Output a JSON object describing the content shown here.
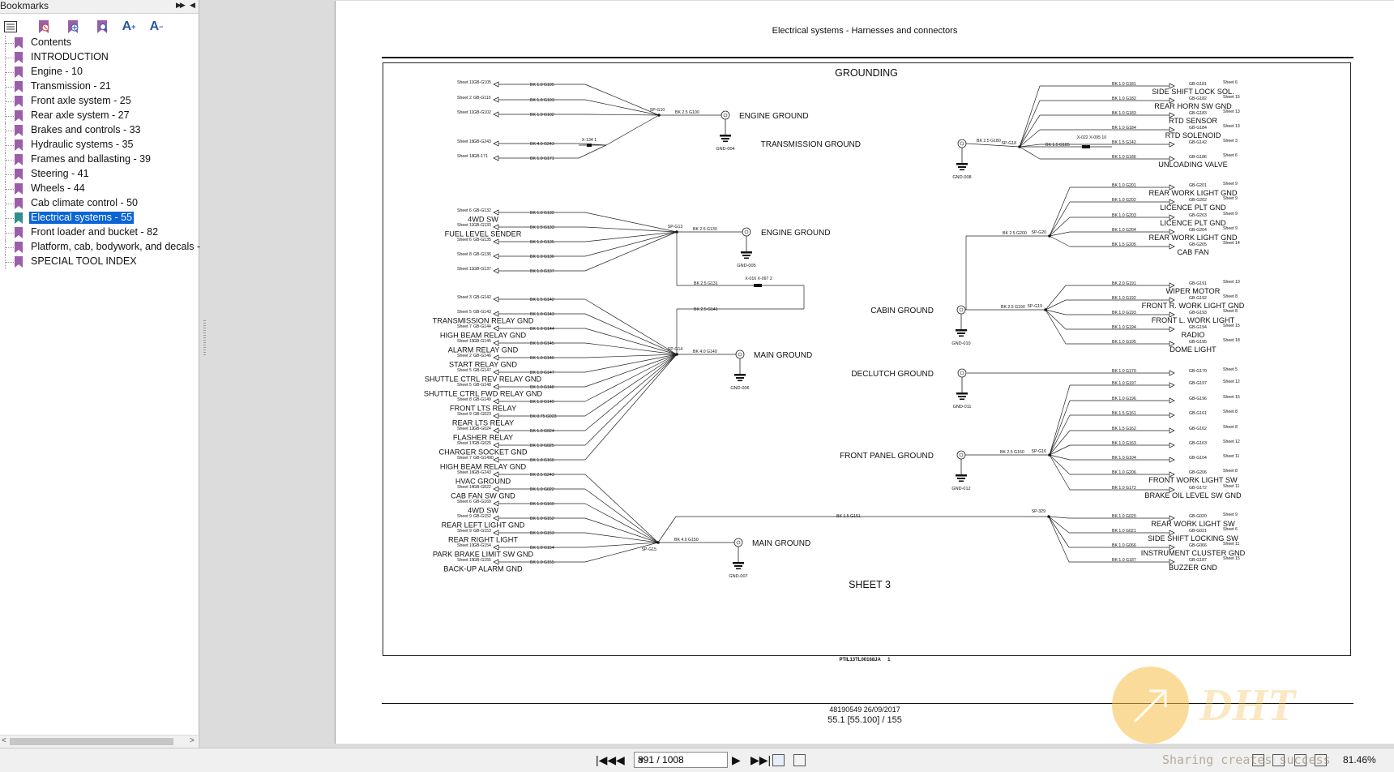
{
  "sidebar": {
    "title": "Bookmarks",
    "tools": [
      "options-icon",
      "delete-bookmark-icon",
      "new-bookmark-icon",
      "find-bookmark-icon",
      "expand-text-icon",
      "reduce-text-icon"
    ],
    "items": [
      {
        "label": "Contents"
      },
      {
        "label": "INTRODUCTION"
      },
      {
        "label": "Engine - 10"
      },
      {
        "label": "Transmission - 21"
      },
      {
        "label": "Front axle system - 25"
      },
      {
        "label": "Rear axle system - 27"
      },
      {
        "label": "Brakes and controls - 33"
      },
      {
        "label": "Hydraulic systems - 35"
      },
      {
        "label": "Frames and ballasting - 39"
      },
      {
        "label": "Steering - 41"
      },
      {
        "label": "Wheels - 44"
      },
      {
        "label": "Cab climate control - 50"
      },
      {
        "label": "Electrical systems - 55",
        "selected": true
      },
      {
        "label": "Front loader and bucket - 82"
      },
      {
        "label": "Platform, cab, bodywork, and decals -"
      },
      {
        "label": "SPECIAL TOOL INDEX"
      }
    ],
    "selected_color": "#0a64d6",
    "flag_color": "#9b5fa8",
    "flag_selected_color": "#2f8f8f"
  },
  "document": {
    "header": "Electrical systems - Harnesses and connectors",
    "diagram_title": "GROUNDING",
    "sheet_label": "SHEET 3",
    "ref_code": "PTIL13TL00168JA",
    "ref_num": "1",
    "doc_number": "48190549 26/09/2017",
    "page_ref": "55.1 [55.100] / 155",
    "left_groups": [
      {
        "splice": "SP-G10",
        "wire": "BK 2.5 G100",
        "ground": "ENGINE GROUND",
        "gnd": "GND-004",
        "rows": [
          {
            "sheet": "Sheet 11",
            "conn": "GB-G105",
            "wire": "BK 1.0 G105",
            "desc": ""
          },
          {
            "sheet": "Sheet 2",
            "conn": "GB-G110",
            "wire": "BK 1.0 G103",
            "desc": ""
          },
          {
            "sheet": "Sheet 11",
            "conn": "GB-G102",
            "wire": "BK 1.0 G102",
            "desc": ""
          },
          {
            "sheet": "Sheet 16",
            "conn": "GB-G243",
            "wire": "BK 4.0 G243",
            "desc": ""
          },
          {
            "sheet": "Sheet 16",
            "conn": "GB-171",
            "wire": "BK 1.0 G171",
            "desc": ""
          }
        ]
      },
      {
        "splice": "SP-G13",
        "wire": "BK 2.5 G130",
        "ground": "ENGINE GROUND",
        "gnd": "GND-005",
        "rows": [
          {
            "sheet": "Sheet 6",
            "conn": "GB-G132",
            "wire": "BK 1.0 G132",
            "desc": "4WD SW"
          },
          {
            "sheet": "Sheet 11",
            "conn": "GB-G133",
            "wire": "BK 1.5 G133",
            "desc": "FUEL LEVEL SENDER"
          },
          {
            "sheet": "Sheet 6",
            "conn": "GB-G135",
            "wire": "BK 1.0 G135",
            "desc": ""
          },
          {
            "sheet": "Sheet 8",
            "conn": "GB-G136",
            "wire": "BK 1.0 G136",
            "desc": ""
          },
          {
            "sheet": "Sheet 11",
            "conn": "GB-G137",
            "wire": "BK 1.0 G137",
            "desc": ""
          }
        ]
      },
      {
        "splice": "SP-G14",
        "wire": "BK 4.0 G140",
        "ground": "MAIN GROUND",
        "gnd": "GND-006",
        "rows": [
          {
            "sheet": "Sheet 3",
            "conn": "GB-G142",
            "wire": "BK 1.5 G142",
            "desc": ""
          },
          {
            "sheet": "Sheet 5",
            "conn": "GB-G143",
            "wire": "BK 1.0 G143",
            "desc": "TRANSMISSION RELAY GND"
          },
          {
            "sheet": "Sheet 7",
            "conn": "GB-G144",
            "wire": "BK 1.0 G144",
            "desc": "HIGH BEAM RELAY GND"
          },
          {
            "sheet": "Sheet 15",
            "conn": "GB-G145",
            "wire": "BK 1.0 G145",
            "desc": "ALARM RELAY GND"
          },
          {
            "sheet": "Sheet 2",
            "conn": "GB-G146",
            "wire": "BK 1.0 G146",
            "desc": "START RELAY GND"
          },
          {
            "sheet": "Sheet 5",
            "conn": "GB-G147",
            "wire": "BK 1.0 G147",
            "desc": "SHUTTLE CTRL REV RELAY GND"
          },
          {
            "sheet": "Sheet 5",
            "conn": "GB-G148",
            "wire": "BK 1.0 G148",
            "desc": "SHUTTLE CTRL FWD RELAY GND"
          },
          {
            "sheet": "Sheet 8",
            "conn": "GB-G149",
            "wire": "BK 1.0 G149",
            "desc": "FRONT LTS RELAY"
          },
          {
            "sheet": "Sheet 9",
            "conn": "GB-G023",
            "wire": "BK 0.75 G023",
            "desc": "REAR LTS RELAY"
          },
          {
            "sheet": "Sheet 12",
            "conn": "GB-G024",
            "wire": "BK 1.0 G024",
            "desc": "FLASHER RELAY"
          },
          {
            "sheet": "Sheet 17",
            "conn": "GB-G025",
            "wire": "BK 1.0 G025",
            "desc": "CHARGER SOCKET GND"
          },
          {
            "sheet": "Sheet 7",
            "conn": "GB-G1490",
            "wire": "BK 1.0 G166",
            "desc": "HIGH BEAM RELAY GND"
          }
        ]
      },
      {
        "splice": "SP-G15",
        "wire": "BK 4.0 G150",
        "ground": "MAIN GROUND",
        "gnd": "GND-007",
        "rows": [
          {
            "sheet": "Sheet 16",
            "conn": "GB-G243",
            "wire": "BK 2.5 G243",
            "desc": "HVAC GROUND"
          },
          {
            "sheet": "Sheet 14",
            "conn": "GB-G022",
            "wire": "BK 1.0 G022",
            "desc": "CAB FAN SW GND"
          },
          {
            "sheet": "Sheet 6",
            "conn": "GB-G169",
            "wire": "BK 1.0 G169",
            "desc": "4WD SW"
          },
          {
            "sheet": "Sheet 9",
            "conn": "GB-G152",
            "wire": "BK 1.0 G152",
            "desc": "REAR LEFT LIGHT GND"
          },
          {
            "sheet": "Sheet 9",
            "conn": "GB-G153",
            "wire": "BK 1.0 G153",
            "desc": "REAR RIGHT LIGHT"
          },
          {
            "sheet": "Sheet 10",
            "conn": "GB-G154",
            "wire": "BK 1.0 G154",
            "desc": "PARK BRAKE LIMIT SW GND"
          },
          {
            "sheet": "Sheet 15",
            "conn": "GB-G155",
            "wire": "BK 1.0 G155",
            "desc": "BACK-UP ALARM GND"
          }
        ]
      }
    ],
    "link_wires": {
      "sp13_x016": "BK 2.5 G131",
      "x016": "X-016 X-097 2",
      "sp14_link": "BK 2.5 G141",
      "x134": "X-134 1",
      "sp15_sp329": "BK 1.5 G151"
    },
    "right_groups": [
      {
        "ground": "TRANSMISSION GROUND",
        "gnd": "GND-008",
        "splice": "SP-G18",
        "wire": "BK 2.5 G180",
        "rows": [
          {
            "wire": "BK 1.0 G181",
            "conn": "GB-G181",
            "sheet": "Sheet 6",
            "desc": "SIDE SHIFT LOCK SOL."
          },
          {
            "wire": "BK 1.0 G182",
            "conn": "GB-G182",
            "sheet": "Sheet 15",
            "desc": "REAR HORN SW GND"
          },
          {
            "wire": "BK 1.0 G183",
            "conn": "GB-G183",
            "sheet": "Sheet 13",
            "desc": "RTD SENSOR"
          },
          {
            "wire": "BK 1.0 G184",
            "conn": "GB-G184",
            "sheet": "Sheet 13",
            "desc": "RTD SOLENOID"
          },
          {
            "wire": "BK 1.5 G142",
            "conn": "GB-G142",
            "sheet": "Sheet 3",
            "desc": ""
          },
          {
            "wire": "BK 1.0 G186",
            "conn": "GB-G186",
            "sheet": "Sheet 6",
            "desc": "UNLOADING VALVE"
          }
        ],
        "extra": {
          "wire": "BK 1.5 G185",
          "conn": "X-022 X-095 10"
        }
      },
      {
        "ground": "",
        "gnd": "",
        "splice": "SP-G20",
        "wire": "BK 2.5 G200",
        "rows": [
          {
            "wire": "BK 1.0 G201",
            "conn": "GB-G201",
            "sheet": "Sheet 9",
            "desc": "REAR WORK LIGHT GND"
          },
          {
            "wire": "BK 1.0 G202",
            "conn": "GB-G202",
            "sheet": "Sheet 9",
            "desc": "LICENCE PLT GND"
          },
          {
            "wire": "BK 1.0 G203",
            "conn": "GB-G203",
            "sheet": "Sheet 9",
            "desc": "LICENCE PLT GND"
          },
          {
            "wire": "BK 1.0 G204",
            "conn": "GB-G204",
            "sheet": "Sheet 9",
            "desc": "REAR WORK LIGHT GND"
          },
          {
            "wire": "BK 1.5 G205",
            "conn": "GB-G205",
            "sheet": "Sheet 14",
            "desc": "CAB FAN"
          }
        ]
      },
      {
        "ground": "CABIN GROUND",
        "gnd": "GND-010",
        "splice": "SP-G19",
        "wire": "BK 2.5 G190",
        "rows": [
          {
            "wire": "BK 2.0 G191",
            "conn": "GB-G191",
            "sheet": "Sheet 10",
            "desc": "WIPER MOTOR"
          },
          {
            "wire": "BK 1.0 G192",
            "conn": "GB-G192",
            "sheet": "Sheet 8",
            "desc": "FRONT R. WORK LIGHT GND"
          },
          {
            "wire": "BK 1.0 G193",
            "conn": "GB-G193",
            "sheet": "Sheet 8",
            "desc": "FRONT L. WORK LIGHT"
          },
          {
            "wire": "BK 1.0 G194",
            "conn": "GB-G194",
            "sheet": "Sheet 15",
            "desc": "RADIO"
          },
          {
            "wire": "BK 1.0 G195",
            "conn": "GB-G195",
            "sheet": "Sheet 18",
            "desc": "DOME LIGHT"
          }
        ]
      },
      {
        "ground": "DECLUTCH GROUND",
        "gnd": "GND-011",
        "splice": "",
        "wire": "",
        "rows": [
          {
            "wire": "BK 1.0 G170",
            "conn": "GB-G170",
            "sheet": "Sheet 5",
            "desc": ""
          }
        ]
      },
      {
        "ground": "FRONT PANEL GROUND",
        "gnd": "GND-012",
        "splice": "SP-G16",
        "wire": "BK 2.5 G160",
        "rows": [
          {
            "wire": "BK 1.0 G197",
            "conn": "GB-G197",
            "sheet": "Sheet 12",
            "desc": ""
          },
          {
            "wire": "BK 1.0 G196",
            "conn": "GB-G196",
            "sheet": "Sheet 15",
            "desc": ""
          },
          {
            "wire": "BK 1.5 G161",
            "conn": "GB-G161",
            "sheet": "Sheet 8",
            "desc": ""
          },
          {
            "wire": "BK 1.5 G162",
            "conn": "GB-G162",
            "sheet": "Sheet 8",
            "desc": ""
          },
          {
            "wire": "BK 1.0 G163",
            "conn": "GB-G163",
            "sheet": "Sheet 12",
            "desc": ""
          },
          {
            "wire": "BK 1.0 G104",
            "conn": "GB-G104",
            "sheet": "Sheet 11",
            "desc": ""
          },
          {
            "wire": "BK 1.0 G206",
            "conn": "GB-G206",
            "sheet": "Sheet 8",
            "desc": "FRONT WORK LIGHT SW"
          },
          {
            "wire": "BK 1.0 G172",
            "conn": "GB-G172",
            "sheet": "Sheet 11",
            "desc": "BRAKE OIL LEVEL SW GND"
          }
        ]
      },
      {
        "ground": "",
        "gnd": "",
        "splice": "SP-329",
        "wire": "",
        "rows": [
          {
            "wire": "BK 1.0 G020",
            "conn": "GB-G020",
            "sheet": "Sheet 9",
            "desc": "REAR WORK LIGHT SW"
          },
          {
            "wire": "BK 1.0 G021",
            "conn": "GB-G021",
            "sheet": "Sheet 6",
            "desc": "SIDE SHIFT LOCKING SW"
          },
          {
            "wire": "BK 1.0 G066",
            "conn": "GB-G066",
            "sheet": "Sheet 11",
            "desc": "INSTRUMENT CLUSTER GND"
          },
          {
            "wire": "BK 1.0 G187",
            "conn": "GB-G187",
            "sheet": "Sheet 15",
            "desc": "BUZZER GND"
          }
        ]
      }
    ]
  },
  "navbar": {
    "first_icon": "first-page-icon",
    "prev_icon": "previous-page-icon",
    "page_display": "891 / 1008",
    "next_icon": "next-page-icon",
    "last_icon": "last-page-icon",
    "zoom": "81.46%"
  },
  "watermark": {
    "brand": "DHT",
    "tagline": "Sharing creates success"
  }
}
